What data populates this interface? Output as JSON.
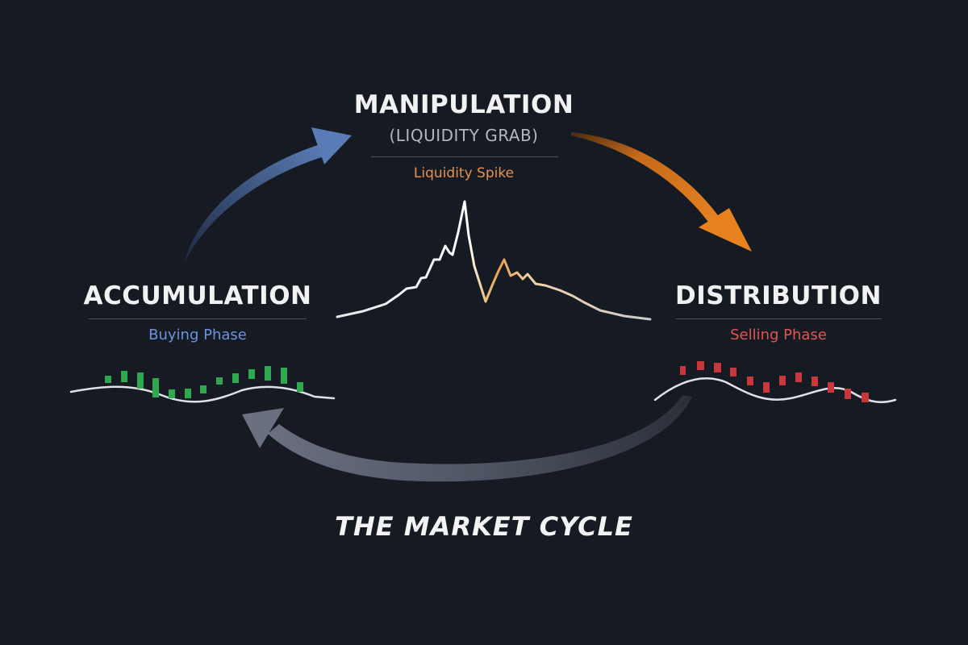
{
  "manipulation": {
    "title": "MANIPULATION",
    "subtitle": "(LIQUIDITY GRAB)",
    "caption": "Liquidity Spike",
    "color": "#e8924a"
  },
  "accumulation": {
    "title": "ACCUMULATION",
    "caption": "Buying Phase",
    "color": "#6d93de",
    "bar_color": "#2fa84f"
  },
  "distribution": {
    "title": "DISTRIBUTION",
    "caption": "Selling Phase",
    "color": "#e25454",
    "bar_color": "#c8383a"
  },
  "cycle": {
    "title": "THE MARKET CYCLE"
  },
  "arrows": {
    "accumulation_to_manipulation": "#5577b0",
    "manipulation_to_distribution": "#e0801f",
    "distribution_to_accumulation": "#5e6472"
  },
  "background": "#151a23"
}
